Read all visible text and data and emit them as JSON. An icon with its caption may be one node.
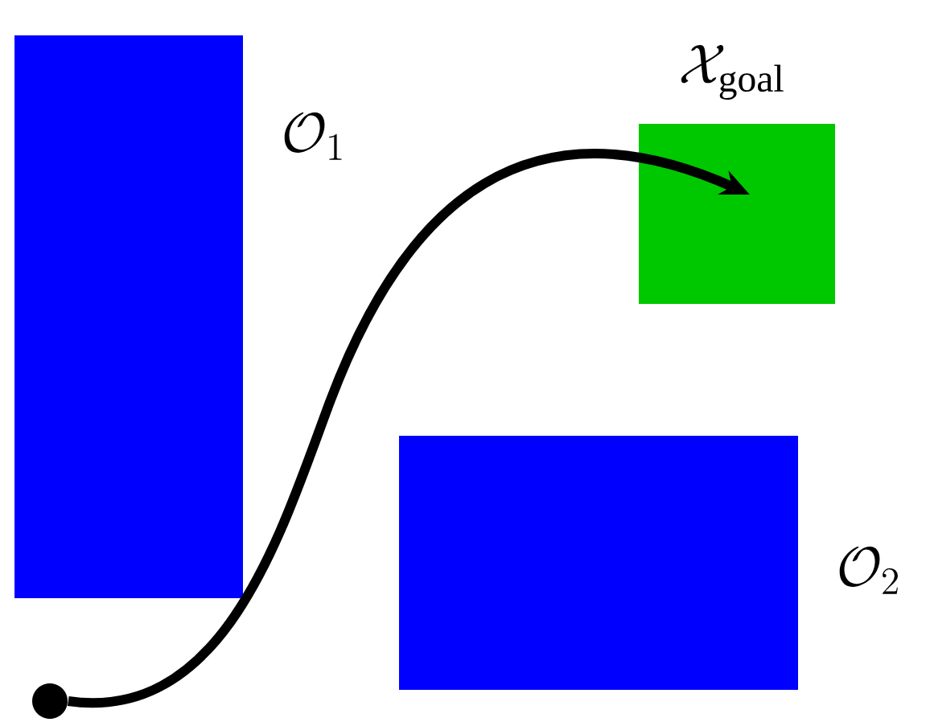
{
  "diagram": {
    "nodes": [
      {
        "text": [],
        "shape": "box",
        "beside": [
          "\\mathcal{O}_1"
        ]
      },
      {
        "text": [],
        "shape": "box",
        "beside": [
          "\\mathcal{X}_{\\mathrm{goal}}"
        ]
      },
      {
        "text": [],
        "shape": "box",
        "beside": [
          "\\mathcal{O}_2"
        ]
      },
      {
        "text": [],
        "shape": "circle"
      }
    ],
    "edges": [
      {
        "from": 3,
        "to": 1,
        "arrow": "to"
      }
    ]
  }
}
